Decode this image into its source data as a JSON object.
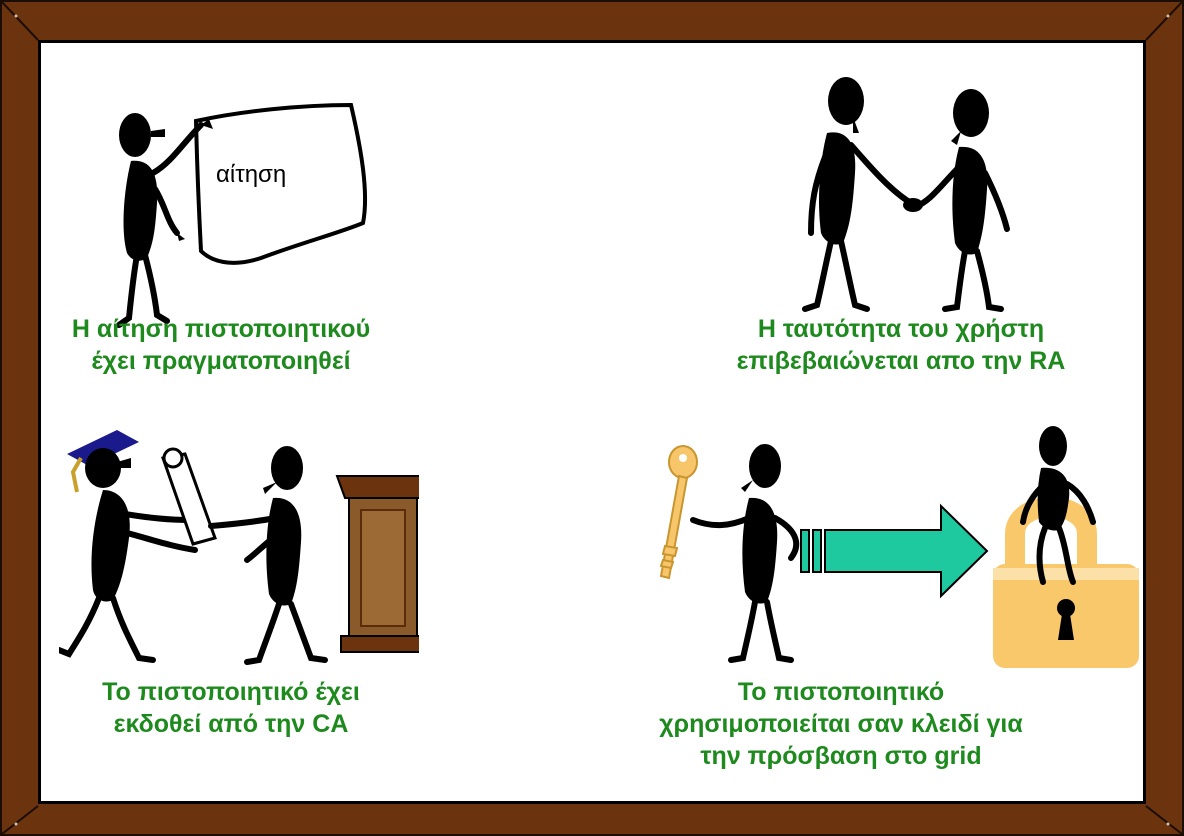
{
  "colors": {
    "frame": "#6b340f",
    "caption": "#1e8a1e",
    "figure": "#000000",
    "cap_hat": "#1a1a8c",
    "podium": "#8b5a2b",
    "key": "#f7c66a",
    "arrow": "#1fc9a0",
    "lock": "#f9c86b"
  },
  "panels": {
    "request": {
      "paper_label": "αίτηση",
      "caption_line1": "Η αίτηση πιστοποιητικού",
      "caption_line2": "έχει πραγματοποιηθεί"
    },
    "verify": {
      "caption_line1": "Η ταυτότητα του χρήστη",
      "caption_line2": "επιβεβαιώνεται απο την RA"
    },
    "issue": {
      "caption_line1": "Το πιστοποιητικό έχει",
      "caption_line2": "εκδοθεί από την CA"
    },
    "access": {
      "caption_line1": "Το πιστοποιητικό",
      "caption_line2": "χρησιμοποιείται σαν κλειδί για",
      "caption_line3": "την πρόσβαση στο grid"
    }
  }
}
